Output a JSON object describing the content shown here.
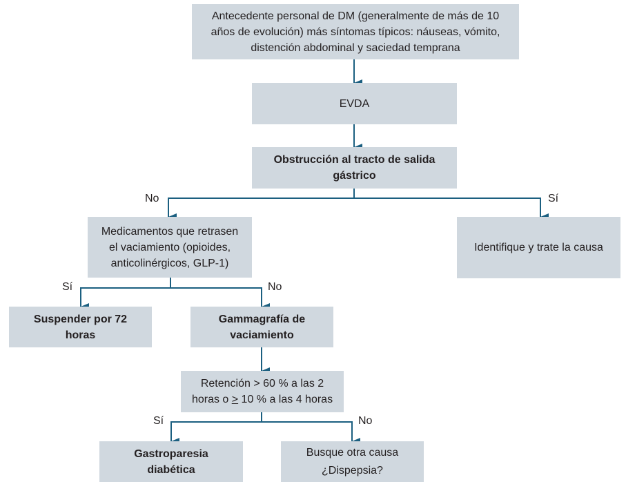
{
  "diagram": {
    "colors": {
      "box_fill": "#d0d8df",
      "connector": "#1b5f80",
      "text": "#231f20"
    },
    "nodes": {
      "history": {
        "lines": [
          "Antecedente personal de DM (generalmente de más de 10",
          "años de evolución) más síntomas típicos: náuseas, vómito,",
          "distención abdominal y saciedad temprana"
        ]
      },
      "evda": {
        "lines": [
          "EVDA"
        ]
      },
      "obstruction": {
        "lines": [
          "Obstrucción al tracto de salida",
          "gástrico"
        ]
      },
      "medications": {
        "lines": [
          "Medicamentos que retrasen",
          "el vaciamiento (opioides,",
          "anticolinérgicos, GLP-1)"
        ]
      },
      "identify_cause": {
        "lines": [
          "Identifique y trate la causa"
        ]
      },
      "suspend": {
        "lines": [
          "Suspender por 72",
          "horas"
        ]
      },
      "scintigraphy": {
        "lines": [
          "Gammagrafía de",
          "vaciamiento"
        ]
      },
      "retention": {
        "line1": "Retención > 60 % a las 2",
        "line2_pre": "horas o ",
        "line2_sym": ">",
        "line2_post": " 10 % a las 4 horas"
      },
      "gastroparesis": {
        "lines": [
          "Gastroparesia",
          "diabética"
        ]
      },
      "other_cause": {
        "lines": [
          "Busque otra causa",
          "¿Dispepsia?"
        ]
      }
    },
    "edge_labels": {
      "obstruction_no": "No",
      "obstruction_yes": "Sí",
      "medications_yes": "Sí",
      "medications_no": "No",
      "retention_yes": "Sí",
      "retention_no": "No"
    }
  }
}
